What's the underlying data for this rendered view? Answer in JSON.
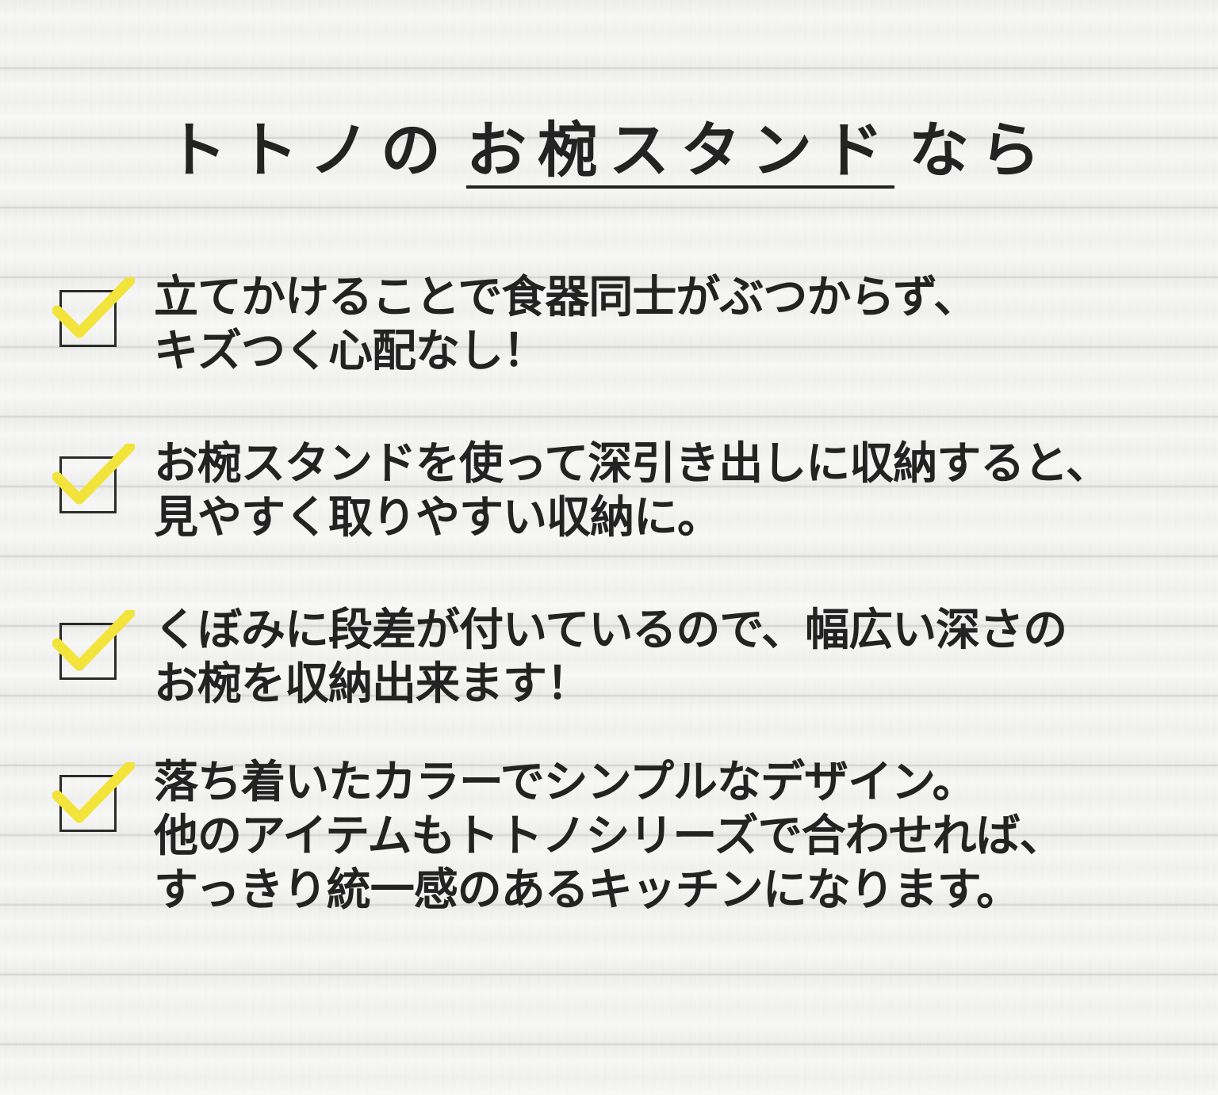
{
  "title": {
    "prefix": "トトノの",
    "emphasis": "お椀スタンド",
    "suffix": "なら"
  },
  "colors": {
    "check": "#f2e43a",
    "text": "#232323",
    "box": "#2b2b2b"
  },
  "features": [
    {
      "icon": "checkbox-checked-icon",
      "lines": [
        "立てかけることで食器同士がぶつからず、",
        "キズつく心配なし！"
      ]
    },
    {
      "icon": "checkbox-checked-icon",
      "lines": [
        "お椀スタンドを使って深引き出しに収納すると、",
        "見やすく取りやすい収納に。"
      ]
    },
    {
      "icon": "checkbox-checked-icon",
      "lines": [
        "くぼみに段差が付いているので、幅広い深さの",
        "お椀を収納出来ます！"
      ]
    },
    {
      "icon": "checkbox-checked-icon",
      "lines": [
        "落ち着いたカラーでシンプルなデザイン。",
        "他のアイテムもトトノシリーズで合わせれば、",
        "すっきり統一感のあるキッチンになります。"
      ]
    }
  ]
}
